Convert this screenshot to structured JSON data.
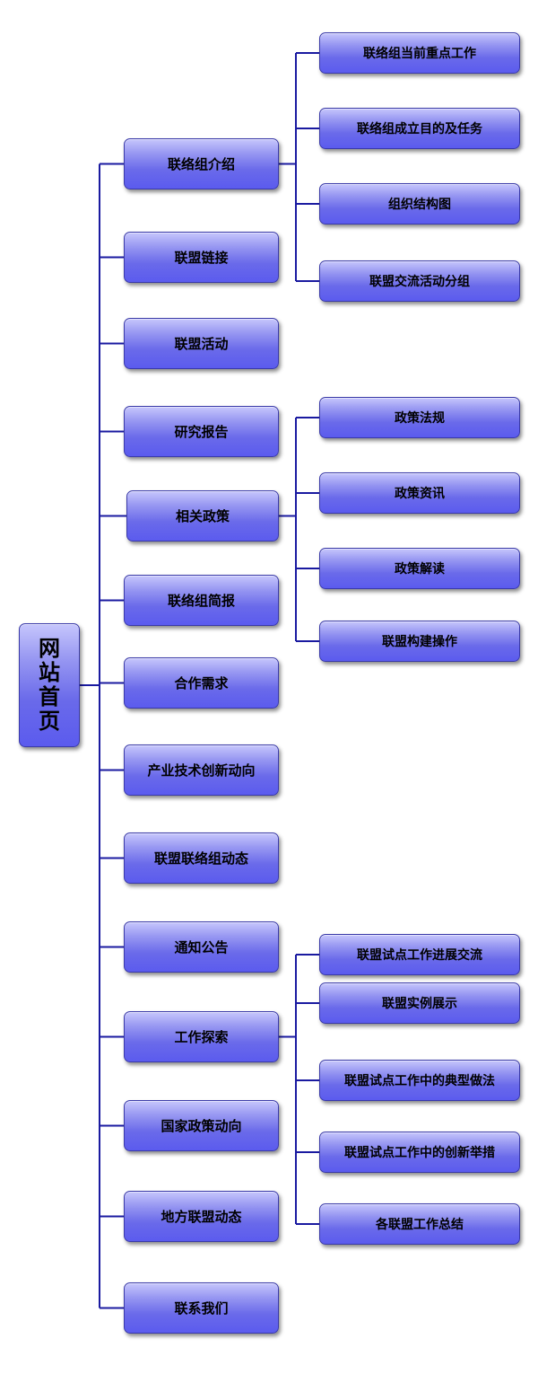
{
  "diagram": {
    "root": {
      "label": "网站首页"
    },
    "categories": [
      {
        "id": "intro",
        "label": "联络组介绍",
        "children": [
          "联络组当前重点工作",
          "联络组成立目的及任务",
          "组织结构图",
          "联盟交流活动分组"
        ]
      },
      {
        "id": "links",
        "label": "联盟链接"
      },
      {
        "id": "activities",
        "label": "联盟活动"
      },
      {
        "id": "reports",
        "label": "研究报告"
      },
      {
        "id": "policies",
        "label": "相关政策",
        "children": [
          "政策法规",
          "政策资讯",
          "政策解读",
          "联盟构建操作"
        ]
      },
      {
        "id": "briefing",
        "label": "联络组简报"
      },
      {
        "id": "cooperation",
        "label": "合作需求"
      },
      {
        "id": "industry",
        "label": "产业技术创新动向"
      },
      {
        "id": "alliance-news",
        "label": "联盟联络组动态"
      },
      {
        "id": "notices",
        "label": "通知公告"
      },
      {
        "id": "exploration",
        "label": "工作探索",
        "children": [
          "联盟试点工作进展交流",
          "联盟实例展示",
          "联盟试点工作中的典型做法",
          "联盟试点工作中的创新举措",
          "各联盟工作总结"
        ]
      },
      {
        "id": "national-policy",
        "label": "国家政策动向"
      },
      {
        "id": "local-news",
        "label": "地方联盟动态"
      },
      {
        "id": "contact",
        "label": "联系我们"
      }
    ]
  },
  "colors": {
    "connector": "#1a1aa0",
    "node_border": "#3a3aa8",
    "node_gradient_top": "#c6c6fc",
    "node_gradient_bottom": "#5b5bee"
  }
}
